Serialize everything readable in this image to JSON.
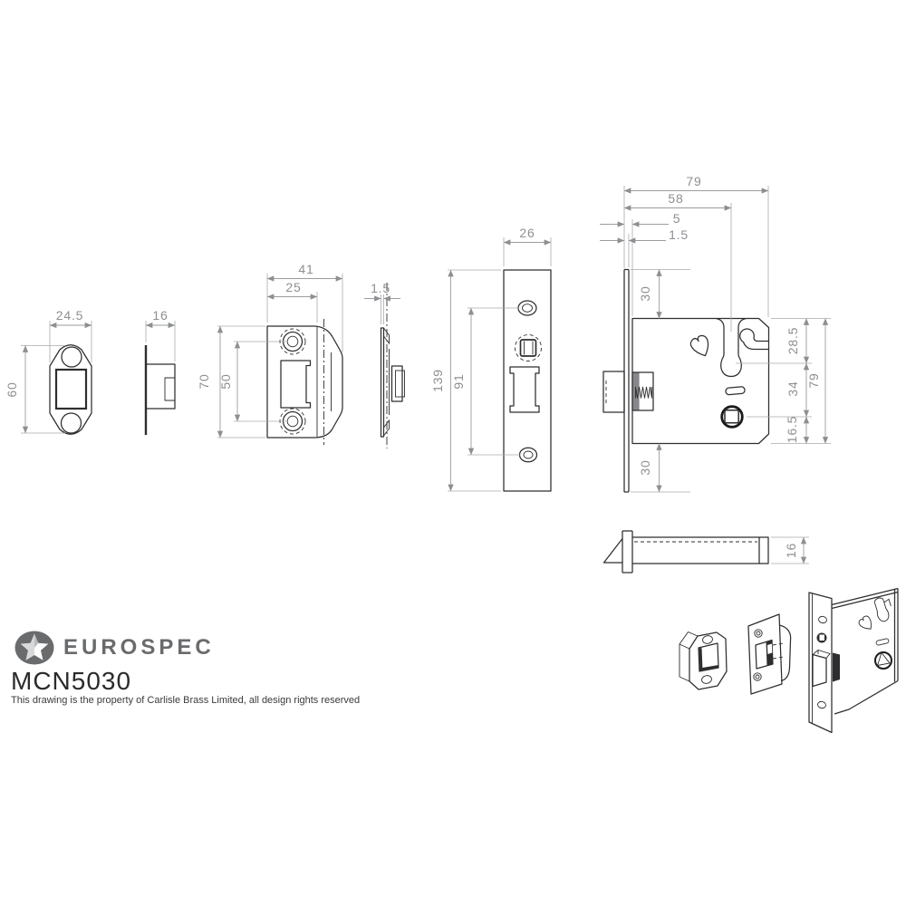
{
  "branding": {
    "logo_text": "EUROSPEC",
    "model": "MCN5030",
    "copyright": "This drawing is the property of Carlisle Brass Limited, all design rights reserved"
  },
  "colors": {
    "line": "#2e2e30",
    "dimension": "#8d8f92",
    "logo": "#696b6d"
  },
  "dims": {
    "dust_front_width": "24.5",
    "dust_front_height": "60",
    "dust_side_depth": "16",
    "strike_width": "41",
    "strike_plate_width": "25",
    "strike_height": "70",
    "strike_hole_centres": "50",
    "strike_thickness": "1.5",
    "faceplate_width": "26",
    "faceplate_height": "139",
    "faceplate_hole_centres": "91",
    "case_depth": "79",
    "backset": "58",
    "case_inset": "5",
    "faceplate_thickness": "1.5",
    "case_top_offset": "30",
    "keyhole_from_top": "28.5",
    "keyhole_to_follower": "34",
    "case_height": "79",
    "follower_from_bottom": "16.5",
    "case_bottom_offset": "30",
    "latch_height": "16"
  }
}
